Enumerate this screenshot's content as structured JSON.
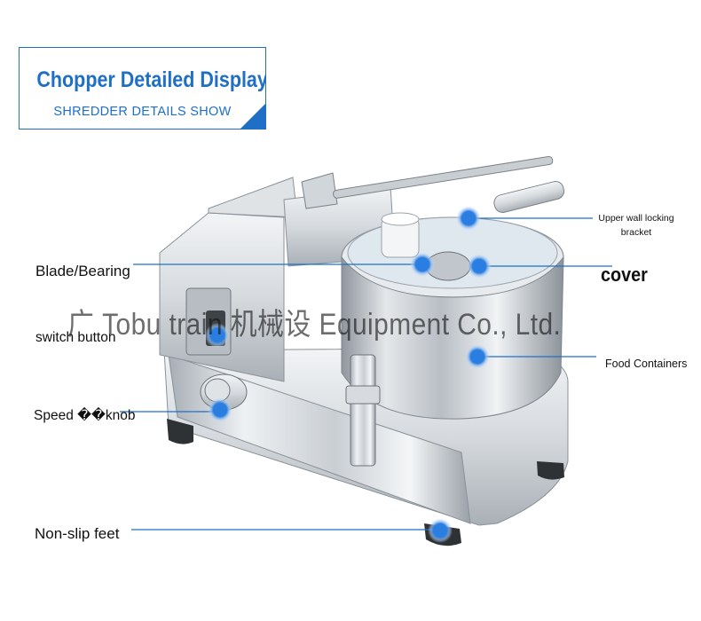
{
  "header": {
    "title": "Chopper Detailed Display",
    "subtitle": "SHREDDER DETAILS SHOW"
  },
  "callouts": {
    "upper_bracket": "Upper wall locking bracket",
    "blade_bearing": "Blade/Bearing",
    "cover": "cover",
    "switch_button": "switch button",
    "food_containers": "Food Containers",
    "speed_knob": "Speed ��knob",
    "non_slip_feet": "Non-slip feet"
  },
  "watermark": "广 Tobu train 机械设 Equipment Co., Ltd.",
  "colors": {
    "accent": "#1f6fc6",
    "marker": "#2a7de1",
    "steel_light": "#e9ecef",
    "steel_dark": "#8c949c"
  }
}
